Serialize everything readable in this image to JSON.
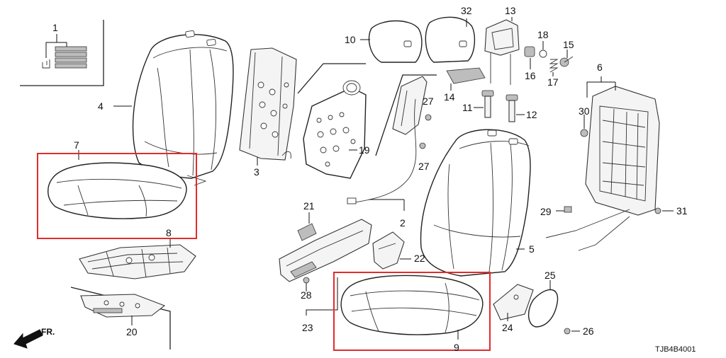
{
  "diagram": {
    "code": "TJB4B4001",
    "front_label": "FR.",
    "highlight_color": "#e32b2b",
    "parts": [
      {
        "id": "p1",
        "num": "1"
      },
      {
        "id": "p2",
        "num": "2"
      },
      {
        "id": "p3",
        "num": "3"
      },
      {
        "id": "p4",
        "num": "4"
      },
      {
        "id": "p5",
        "num": "5"
      },
      {
        "id": "p6",
        "num": "6"
      },
      {
        "id": "p7",
        "num": "7"
      },
      {
        "id": "p8",
        "num": "8"
      },
      {
        "id": "p9",
        "num": "9"
      },
      {
        "id": "p10",
        "num": "10"
      },
      {
        "id": "p11",
        "num": "11"
      },
      {
        "id": "p12",
        "num": "12"
      },
      {
        "id": "p13",
        "num": "13"
      },
      {
        "id": "p14",
        "num": "14"
      },
      {
        "id": "p15",
        "num": "15"
      },
      {
        "id": "p16",
        "num": "16"
      },
      {
        "id": "p17",
        "num": "17"
      },
      {
        "id": "p18",
        "num": "18"
      },
      {
        "id": "p19",
        "num": "19"
      },
      {
        "id": "p20",
        "num": "20"
      },
      {
        "id": "p21",
        "num": "21"
      },
      {
        "id": "p22",
        "num": "22"
      },
      {
        "id": "p23",
        "num": "23"
      },
      {
        "id": "p24",
        "num": "24"
      },
      {
        "id": "p25",
        "num": "25"
      },
      {
        "id": "p26",
        "num": "26"
      },
      {
        "id": "p27a",
        "num": "27"
      },
      {
        "id": "p27b",
        "num": "27"
      },
      {
        "id": "p28",
        "num": "28"
      },
      {
        "id": "p29",
        "num": "29"
      },
      {
        "id": "p30",
        "num": "30"
      },
      {
        "id": "p31",
        "num": "31"
      },
      {
        "id": "p32",
        "num": "32"
      }
    ]
  }
}
